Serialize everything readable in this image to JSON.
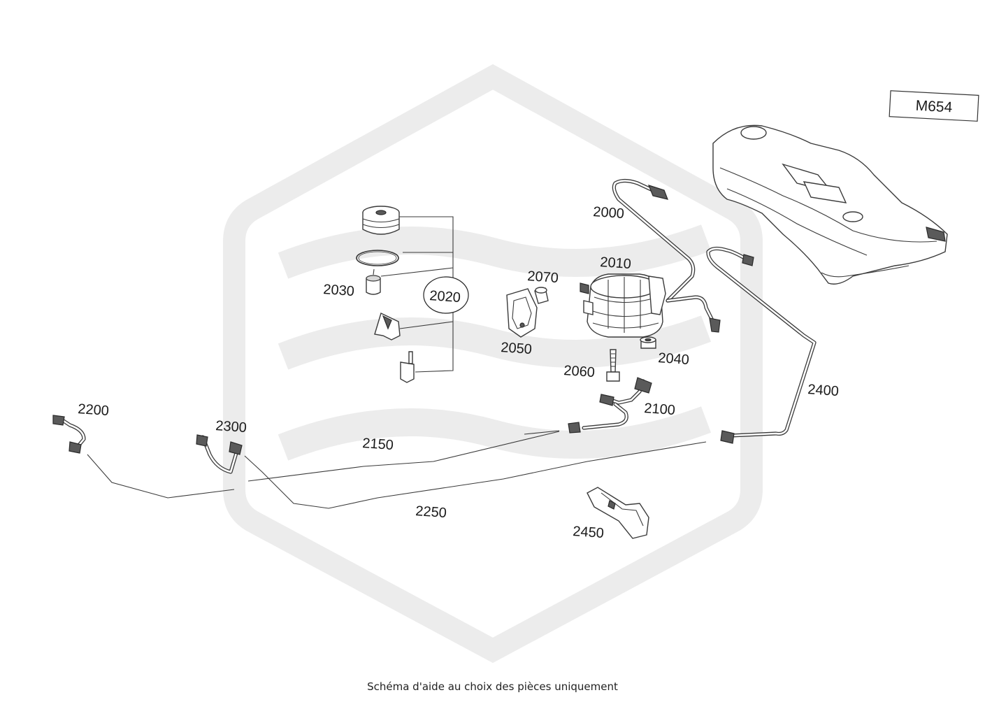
{
  "engine_code": "M654",
  "caption": "Schéma d'aide au choix des pièces uniquement",
  "callouts": {
    "p2000": "2000",
    "p2010": "2010",
    "p2020": "2020",
    "p2030": "2030",
    "p2040": "2040",
    "p2050": "2050",
    "p2060": "2060",
    "p2070": "2070",
    "p2100": "2100",
    "p2150": "2150",
    "p2200": "2200",
    "p2250": "2250",
    "p2300": "2300",
    "p2400": "2400",
    "p2450": "2450"
  },
  "watermark_icon": "hexagon-wave-logo"
}
